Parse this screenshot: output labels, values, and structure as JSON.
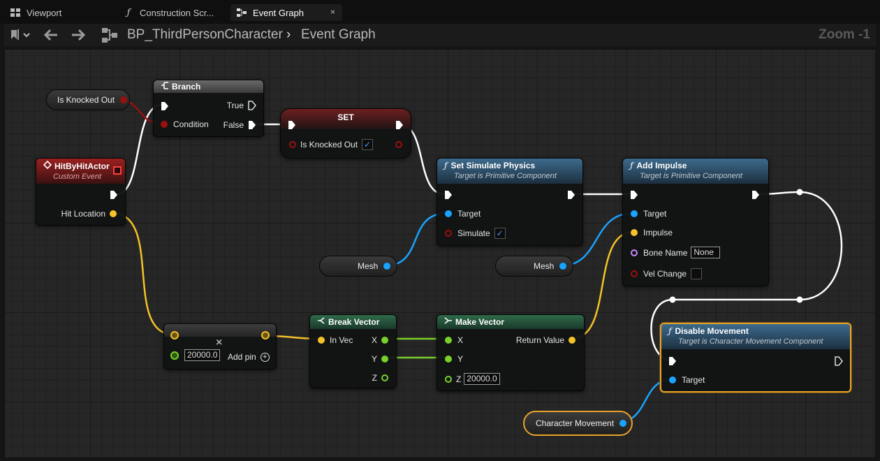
{
  "tabs": [
    {
      "label": "Viewport",
      "icon": "grid-icon"
    },
    {
      "label": "Construction Scr...",
      "icon": "function-icon"
    },
    {
      "label": "Event Graph",
      "icon": "graph-icon",
      "close": "×"
    }
  ],
  "toolbar": {
    "breadcrumb_root": "BP_ThirdPersonCharacter",
    "separator": "›",
    "breadcrumb_current": "Event Graph",
    "zoom": "Zoom -1"
  },
  "nodes": {
    "branch": {
      "title": "Branch",
      "true_label": "True",
      "condition_label": "Condition",
      "false_label": "False"
    },
    "set": {
      "title": "SET",
      "var_label": "Is Knocked Out"
    },
    "event": {
      "title": "HitByHitActor",
      "subtitle": "Custom Event",
      "pin_label": "Hit Location"
    },
    "simulate": {
      "title": "Set Simulate Physics",
      "subtitle": "Target is Primitive Component",
      "target_label": "Target",
      "simulate_label": "Simulate"
    },
    "impulse": {
      "title": "Add Impulse",
      "subtitle": "Target is Primitive Component",
      "target_label": "Target",
      "impulse_label": "Impulse",
      "bone_label": "Bone Name",
      "bone_value": "None",
      "velchange_label": "Vel Change"
    },
    "multiply": {
      "value": "20000.0",
      "add_pin": "Add pin",
      "remove": "×"
    },
    "break": {
      "title": "Break Vector",
      "in_label": "In Vec",
      "x": "X",
      "y": "Y",
      "z": "Z"
    },
    "make": {
      "title": "Make Vector",
      "x": "X",
      "y": "Y",
      "z": "Z",
      "z_value": "20000.0",
      "return_label": "Return Value"
    },
    "disable": {
      "title": "Disable Movement",
      "subtitle": "Target is Character Movement Component",
      "target_label": "Target"
    }
  },
  "getters": {
    "knocked": "Is Knocked Out",
    "mesh1": "Mesh",
    "mesh2": "Mesh",
    "charmove": "Character Movement"
  },
  "colors": {
    "exec": "#ffffff",
    "bool": "#9b0f0f",
    "vector": "#f5c228",
    "object": "#1aa3ff",
    "float": "#79d12a",
    "name": "#c98cff",
    "selection": "#e8a32c"
  }
}
